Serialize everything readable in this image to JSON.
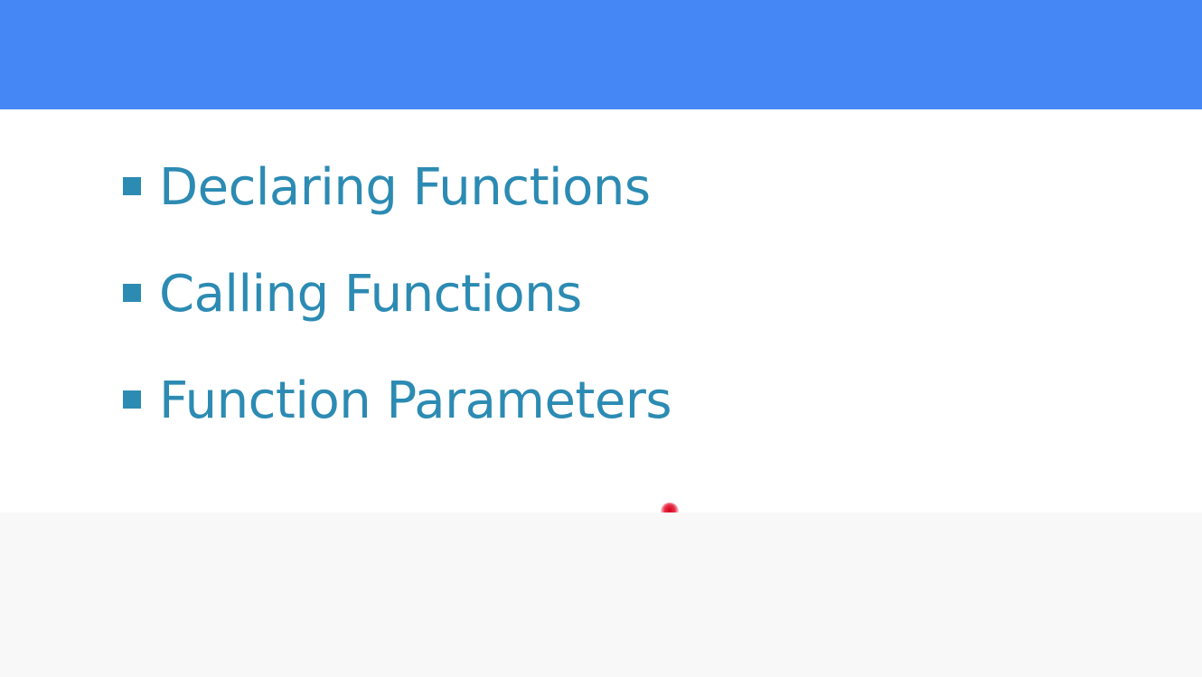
{
  "header": {
    "color": "#4587f4"
  },
  "slide": {
    "accent_color": "#2c8bb3",
    "bullets": [
      {
        "label": "Declaring Functions"
      },
      {
        "label": "Calling Functions"
      },
      {
        "label": "Function Parameters"
      }
    ]
  },
  "pointer": {
    "icon": "laser-pointer-icon",
    "color": "#d50019"
  },
  "footer": {
    "color": "#f8f8f8"
  }
}
